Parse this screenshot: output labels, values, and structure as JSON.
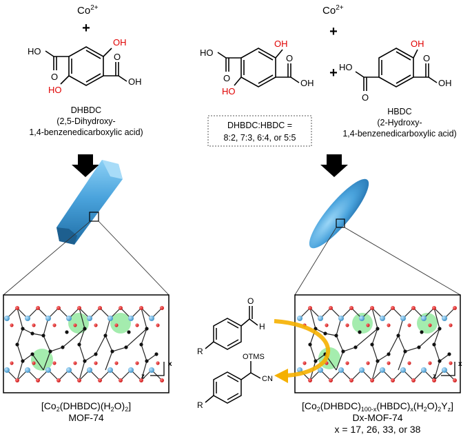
{
  "left": {
    "metal": "Co",
    "metal_charge": "2+",
    "plus": "+",
    "ligand_abbr": "DHBDC",
    "ligand_name_line1": "(2,5-Dihydroxy-",
    "ligand_name_line2": "1,4-benzenedicarboxylic acid)",
    "groups": {
      "oh": "OH",
      "ho": "HO",
      "o": "O"
    },
    "product_formula": {
      "p1": "[Co",
      "s1": "2",
      "p2": "(DHBDC)(H",
      "s2": "2",
      "p3": "O)",
      "s3": "2",
      "p4": "]"
    },
    "product_name": "MOF-74"
  },
  "right": {
    "metal": "Co",
    "metal_charge": "2+",
    "plus": "+",
    "ratio_line1": "DHBDC:HBDC =",
    "ratio_line2": "8:2, 7:3, 6:4, or 5:5",
    "ligand2_abbr": "HBDC",
    "ligand2_name_line1": "(2-Hydroxy-",
    "ligand2_name_line2": "1,4-benzenedicarboxylic acid)",
    "product_formula": {
      "p1": "[Co",
      "s1": "2",
      "p2": "(DHBDC)",
      "s2": "100-x",
      "p3": "(HBDC)",
      "s3": "x",
      "p4": "(H",
      "s4": "2",
      "p5": "O)",
      "s5": "2",
      "p6": "Y",
      "s6": "z",
      "p7": "]"
    },
    "product_name": "Dx-MOF-74",
    "x_values": "x = 17, 26, 33, or 38"
  },
  "reaction": {
    "aldehyde_o": "O",
    "aldehyde_h": "H",
    "r_group": "R",
    "otms": "OTMS",
    "cn": "CN"
  },
  "axes": {
    "x": "x",
    "z": "z"
  },
  "colors": {
    "crystal": "#4aa3dc",
    "cobalt_atom": "#4fa0cf",
    "oxygen_atom": "#e02020",
    "carbon_atom": "#111111",
    "pore_highlight": "#8ee89a",
    "arrow": "#f5b000",
    "heteroatom_text": "#e00000"
  },
  "icons": [
    "down-arrow-icon",
    "crystal-rod",
    "crystal-ellipsoid",
    "curved-arrow-icon",
    "axis-icon"
  ]
}
